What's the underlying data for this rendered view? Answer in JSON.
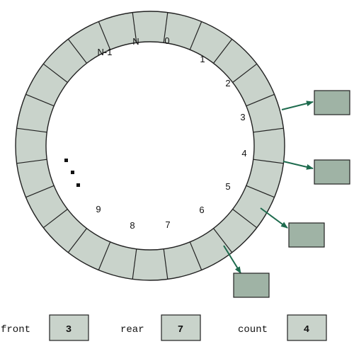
{
  "diagram": {
    "segment_count": 24,
    "ring_fill": "#c9d3cb",
    "ring_stroke": "#222222",
    "element_box_fill": "#9fb3a5",
    "arrow_color": "#1e6b4e",
    "slot_labels": [
      "N-1",
      "N",
      "0",
      "1",
      "2",
      "3",
      "4",
      "5",
      "6",
      "7",
      "8",
      "9"
    ],
    "continuation_dots": 3,
    "referenced_slots": 4
  },
  "variables": [
    {
      "name": "front",
      "value": "3"
    },
    {
      "name": "rear",
      "value": "7"
    },
    {
      "name": "count",
      "value": "4"
    }
  ]
}
